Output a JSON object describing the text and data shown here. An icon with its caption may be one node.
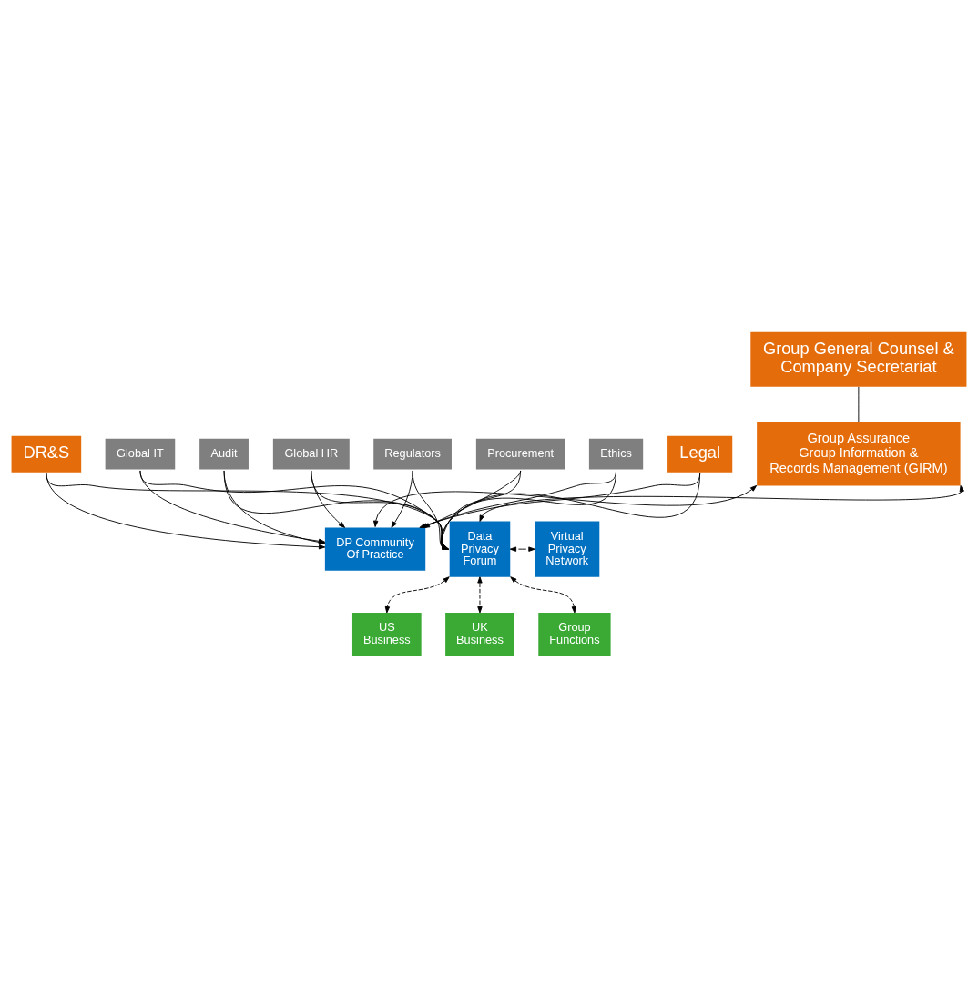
{
  "diagram": {
    "nodes": [
      {
        "text": [
          "Group General Counsel & Company Secretariat"
        ]
      },
      {
        "text": [
          "Group Assurance",
          "Group Information & Records Management (GIRM)"
        ]
      },
      {
        "text": [
          "Legal"
        ]
      },
      {
        "text": [
          "DR&S"
        ]
      },
      {
        "text": [
          "Global IT"
        ]
      },
      {
        "text": [
          "Audit"
        ]
      },
      {
        "text": [
          "Global HR"
        ]
      },
      {
        "text": [
          "Regulators"
        ]
      },
      {
        "text": [
          "Procurement"
        ]
      },
      {
        "text": [
          "Ethics"
        ]
      },
      {
        "text": [
          "DP Community Of Practice"
        ]
      },
      {
        "text": [
          "Data Privacy Forum"
        ]
      },
      {
        "text": [
          "Virtual Privacy Network"
        ]
      },
      {
        "text": [
          "US Business"
        ]
      },
      {
        "text": [
          "UK Business"
        ]
      },
      {
        "text": [
          "Group Functions"
        ]
      }
    ],
    "edges": [
      {
        "from": 0,
        "to": 1,
        "arrow": "none"
      },
      {
        "from": 1,
        "to": 10,
        "arrow": "both"
      },
      {
        "from": 1,
        "to": 11,
        "arrow": "both"
      },
      {
        "from": 2,
        "to": 10,
        "arrow": "to"
      },
      {
        "from": 2,
        "to": 11,
        "arrow": "to"
      },
      {
        "from": 3,
        "to": 10,
        "arrow": "to"
      },
      {
        "from": 3,
        "to": 11,
        "arrow": "to"
      },
      {
        "from": 4,
        "to": 10,
        "arrow": "to"
      },
      {
        "from": 4,
        "to": 11,
        "arrow": "to"
      },
      {
        "from": 5,
        "to": 10,
        "arrow": "to"
      },
      {
        "from": 5,
        "to": 11,
        "arrow": "to"
      },
      {
        "from": 6,
        "to": 10,
        "arrow": "to"
      },
      {
        "from": 6,
        "to": 11,
        "arrow": "to"
      },
      {
        "from": 7,
        "to": 10,
        "arrow": "to"
      },
      {
        "from": 7,
        "to": 11,
        "arrow": "to"
      },
      {
        "from": 8,
        "to": 10,
        "arrow": "to"
      },
      {
        "from": 8,
        "to": 11,
        "arrow": "to"
      },
      {
        "from": 9,
        "to": 10,
        "arrow": "to"
      },
      {
        "from": 9,
        "to": 11,
        "arrow": "to"
      },
      {
        "from": 11,
        "to": 12,
        "arrow": "both"
      },
      {
        "from": 11,
        "to": 13,
        "arrow": "both",
        "style": "dashed"
      },
      {
        "from": 11,
        "to": 14,
        "arrow": "both",
        "style": "dashed"
      },
      {
        "from": 11,
        "to": 15,
        "arrow": "both",
        "style": "dashed"
      }
    ]
  }
}
